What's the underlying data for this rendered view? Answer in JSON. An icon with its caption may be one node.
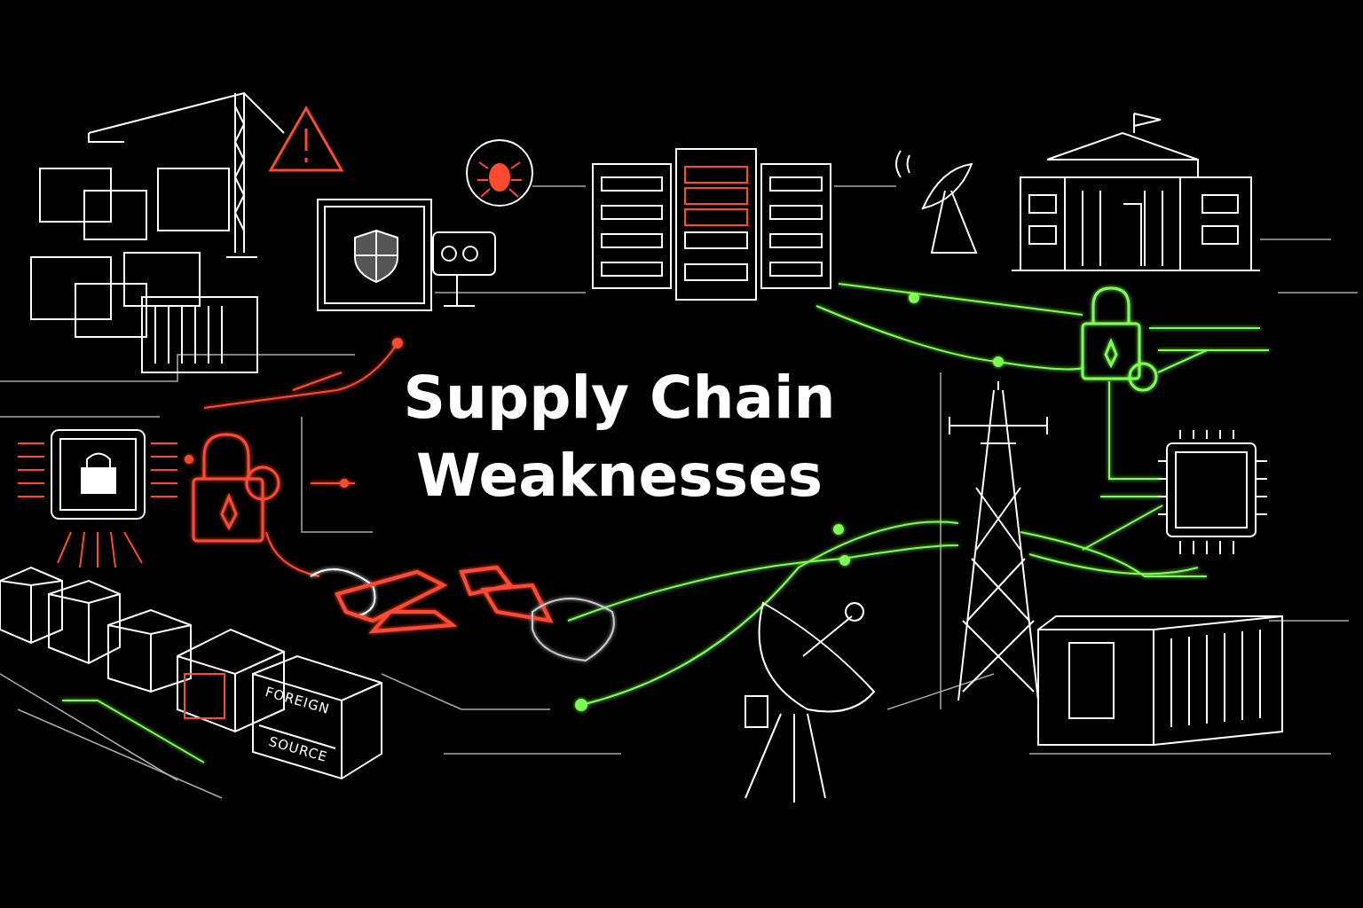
{
  "diagram": {
    "title": "Supply Chain Weaknesses",
    "labels": [
      "FOREIGN",
      "SOURCE"
    ]
  }
}
